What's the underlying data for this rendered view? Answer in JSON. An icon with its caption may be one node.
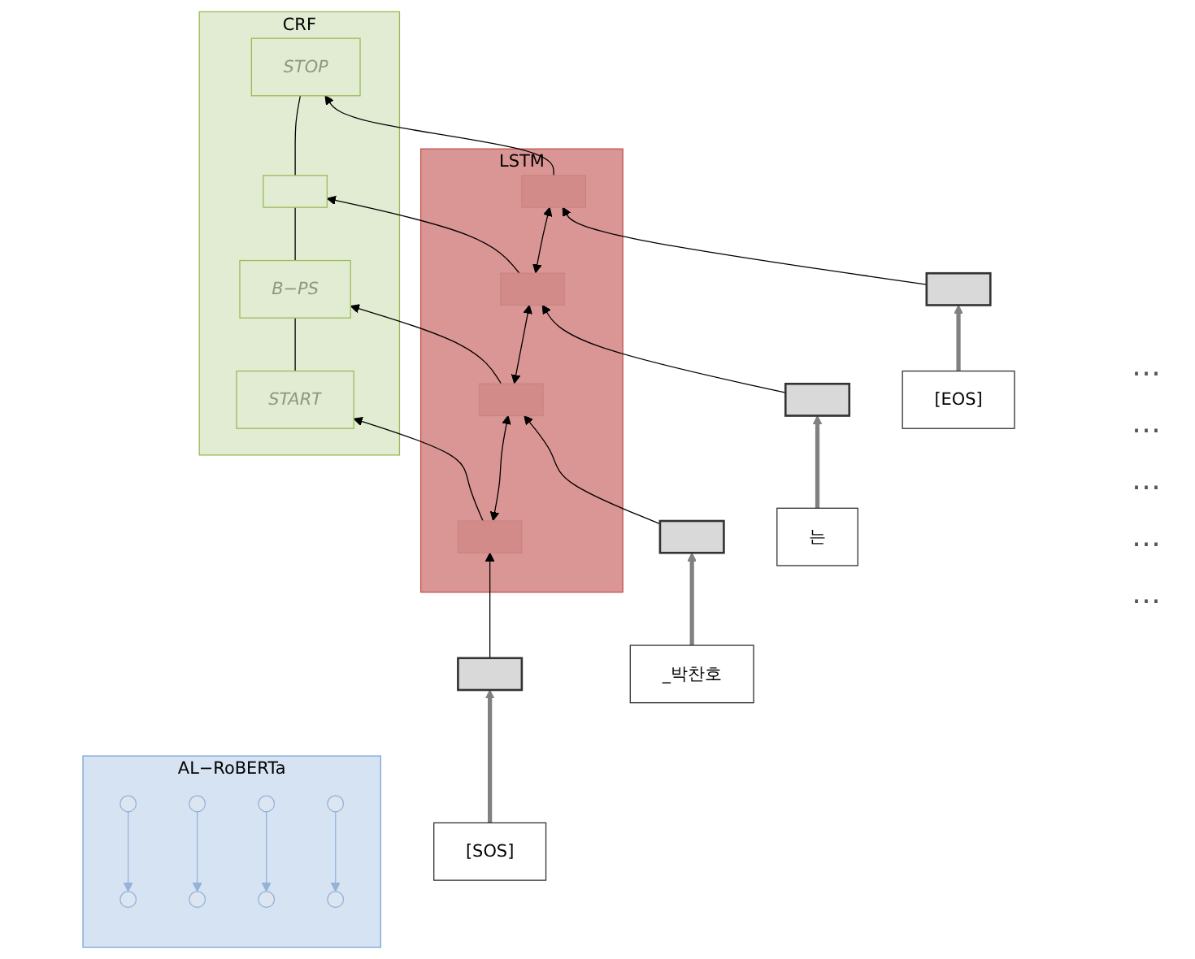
{
  "diagram": {
    "nodes": [
      {
        "text": [
          "CRF"
        ]
      },
      {
        "text": [
          "START"
        ],
        "in": 0
      },
      {
        "text": [
          "B−PS"
        ],
        "in": 0
      },
      {
        "text": [],
        "shape": "box",
        "in": 0
      },
      {
        "text": [
          "STOP"
        ],
        "in": 0
      },
      {
        "text": [
          "LSTM"
        ]
      },
      {
        "text": [],
        "shape": "box",
        "in": 5
      },
      {
        "text": [],
        "shape": "box",
        "in": 5
      },
      {
        "text": [],
        "shape": "box",
        "in": 5
      },
      {
        "text": [],
        "shape": "box",
        "in": 5
      },
      {
        "text": [],
        "shape": "box"
      },
      {
        "text": [],
        "shape": "box"
      },
      {
        "text": [],
        "shape": "box"
      },
      {
        "text": [],
        "shape": "box"
      },
      {
        "text": [
          "AL−RoBERTa"
        ]
      },
      {
        "text": [],
        "shape": "circle",
        "in": 14
      },
      {
        "text": [],
        "shape": "circle",
        "in": 14
      },
      {
        "text": [],
        "shape": "circle",
        "in": 14
      },
      {
        "text": [],
        "shape": "circle",
        "in": 14
      },
      {
        "text": [],
        "shape": "circle",
        "in": 14
      },
      {
        "text": [],
        "shape": "circle",
        "in": 14
      },
      {
        "text": [],
        "shape": "circle",
        "in": 14
      },
      {
        "text": [],
        "shape": "circle",
        "in": 14
      },
      {
        "text": [
          "[SOS]"
        ]
      },
      {
        "text": [
          "_박찬호"
        ]
      },
      {
        "text": [
          "는"
        ]
      },
      {
        "text": [
          "[EOS]"
        ]
      }
    ],
    "edges": [
      {
        "from": 1,
        "to": 2,
        "arrow": "none"
      },
      {
        "from": 2,
        "to": 3,
        "arrow": "none"
      },
      {
        "from": 3,
        "to": 4,
        "arrow": "none"
      },
      {
        "from": 6,
        "to": 7,
        "arrow": "both"
      },
      {
        "from": 7,
        "to": 8,
        "arrow": "both"
      },
      {
        "from": 8,
        "to": 9,
        "arrow": "both"
      },
      {
        "from": 6,
        "to": 1,
        "arrow": "to"
      },
      {
        "from": 7,
        "to": 2,
        "arrow": "to"
      },
      {
        "from": 8,
        "to": 3,
        "arrow": "to"
      },
      {
        "from": 9,
        "to": 4,
        "arrow": "to"
      },
      {
        "from": 10,
        "to": 6,
        "arrow": "to"
      },
      {
        "from": 11,
        "to": 7,
        "arrow": "to"
      },
      {
        "from": 12,
        "to": 8,
        "arrow": "to"
      },
      {
        "from": 13,
        "to": 9,
        "arrow": "to"
      },
      {
        "from": 19,
        "to": 15,
        "arrow": "to",
        "color": "#95b3d7"
      },
      {
        "from": 20,
        "to": 16,
        "arrow": "to",
        "color": "#95b3d7"
      },
      {
        "from": 21,
        "to": 17,
        "arrow": "to",
        "color": "#95b3d7"
      },
      {
        "from": 22,
        "to": 18,
        "arrow": "to",
        "color": "#95b3d7"
      },
      {
        "from": 23,
        "to": 10,
        "arrow": "to",
        "style": "thick",
        "color": "#808080"
      },
      {
        "from": 24,
        "to": 11,
        "arrow": "to",
        "style": "thick",
        "color": "#808080"
      },
      {
        "from": 25,
        "to": 12,
        "arrow": "to",
        "style": "thick",
        "color": "#808080"
      },
      {
        "from": 26,
        "to": 13,
        "arrow": "to",
        "style": "thick",
        "color": "#808080"
      }
    ],
    "labels": [
      "…",
      "…",
      "…",
      "…",
      "…"
    ]
  }
}
